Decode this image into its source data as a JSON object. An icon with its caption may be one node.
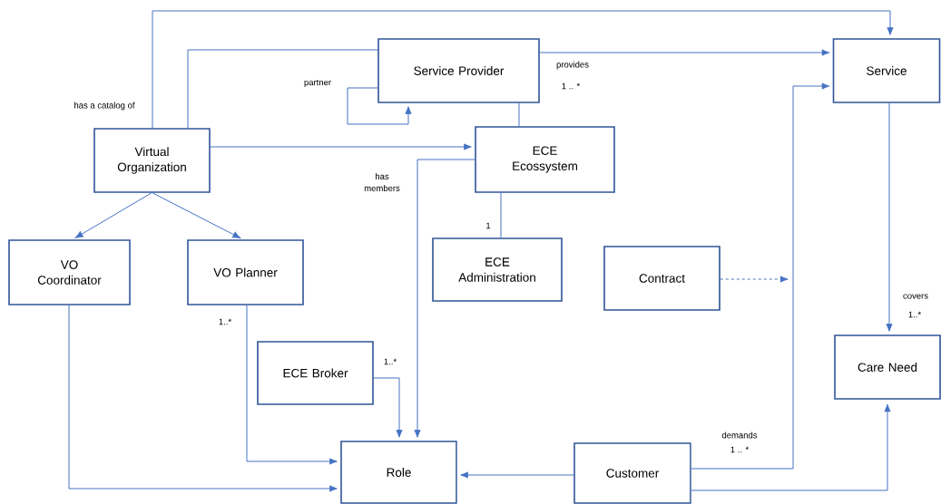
{
  "diagram": {
    "nodes": [
      {
        "text": [
          "Service Provider"
        ]
      },
      {
        "text": [
          "Service"
        ]
      },
      {
        "text": [
          "Virtual Organization"
        ]
      },
      {
        "text": [
          "ECE Ecossystem"
        ]
      },
      {
        "text": [
          "VO Coordinator"
        ]
      },
      {
        "text": [
          "VO Planner"
        ]
      },
      {
        "text": [
          "ECE Administration"
        ]
      },
      {
        "text": [
          "Contract"
        ]
      },
      {
        "text": [
          "Care Need"
        ]
      },
      {
        "text": [
          "ECE Broker"
        ]
      },
      {
        "text": [
          "Role"
        ]
      },
      {
        "text": [
          "Customer"
        ]
      }
    ],
    "edges": [
      {
        "from": 2,
        "to": 1,
        "arrow": "to",
        "label": "has a catalog of"
      },
      {
        "from": 2,
        "to": 0,
        "arrow": "none"
      },
      {
        "from": 0,
        "to": 0,
        "arrow": "to",
        "label": "partner"
      },
      {
        "from": 0,
        "to": 1,
        "arrow": "to",
        "label": "provides"
      },
      {
        "from": 0,
        "to": 3,
        "arrow": "none"
      },
      {
        "from": 2,
        "to": 3,
        "arrow": "to"
      },
      {
        "from": 3,
        "to": 10,
        "arrow": "to",
        "label": "has members"
      },
      {
        "from": 3,
        "to": 6,
        "arrow": "none"
      },
      {
        "from": 2,
        "to": 4,
        "arrow": "to"
      },
      {
        "from": 2,
        "to": 5,
        "arrow": "to"
      },
      {
        "from": 4,
        "to": 10,
        "arrow": "to"
      },
      {
        "from": 5,
        "to": 10,
        "arrow": "to"
      },
      {
        "from": 9,
        "to": 10,
        "arrow": "to"
      },
      {
        "from": 11,
        "to": 10,
        "arrow": "to"
      },
      {
        "from": 11,
        "to": 1,
        "arrow": "to",
        "label": "demands"
      },
      {
        "from": 7,
        "to": null,
        "arrow": "to",
        "style": "dashed"
      },
      {
        "from": 1,
        "to": 8,
        "arrow": "to",
        "label": "covers"
      },
      {
        "from": 11,
        "to": 8,
        "arrow": "to"
      }
    ],
    "labels": [
      "1 .. *",
      "1",
      "1..*",
      "1..*",
      "1..*",
      "1 .. *"
    ]
  }
}
